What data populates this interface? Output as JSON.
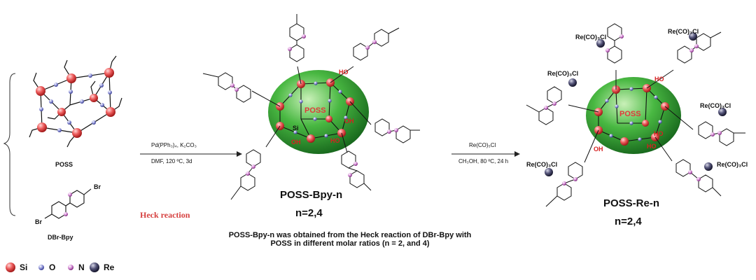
{
  "colors": {
    "si": "#e8474b",
    "o": "#7b80c8",
    "n": "#c77bc7",
    "re": "#3a3a5c",
    "sphere": "#3aa33a",
    "heck": "#d6403f"
  },
  "left": {
    "poss_label": "POSS",
    "dbr_label": "DBr-Bpy",
    "br_top": "Br",
    "br_bottom": "Br",
    "heck_label": "Heck reaction"
  },
  "arrow1": {
    "line1": "Pd(PPh₃)₄, K₂CO₃",
    "line2": "DMF, 120 ºC, 3d"
  },
  "middle": {
    "core_label": "POSS",
    "si_label": "Si",
    "oh_labels": [
      "HO",
      "OH",
      "OH",
      "HO"
    ],
    "title": "POSS-Bpy-n",
    "n_label": "n=2,4",
    "description": "POSS-Bpy-n was obtained from the Heck reaction of DBr-Bpy with POSS in different molar ratios (n = 2, and 4)"
  },
  "arrow2": {
    "line1": "Re(CO)₅Cl",
    "line2": "CH₃OH, 80 ºC, 24 h"
  },
  "right": {
    "core_label": "POSS",
    "oh_labels": [
      "HO",
      "OH",
      "HO",
      "HO"
    ],
    "title": "POSS-Re-n",
    "n_label": "n=2,4",
    "re_label": "Re(CO)₃Cl"
  },
  "legend": [
    {
      "symbol": "si",
      "label": "Si"
    },
    {
      "symbol": "o",
      "label": "O"
    },
    {
      "symbol": "n",
      "label": "N"
    },
    {
      "symbol": "re",
      "label": "Re"
    }
  ]
}
